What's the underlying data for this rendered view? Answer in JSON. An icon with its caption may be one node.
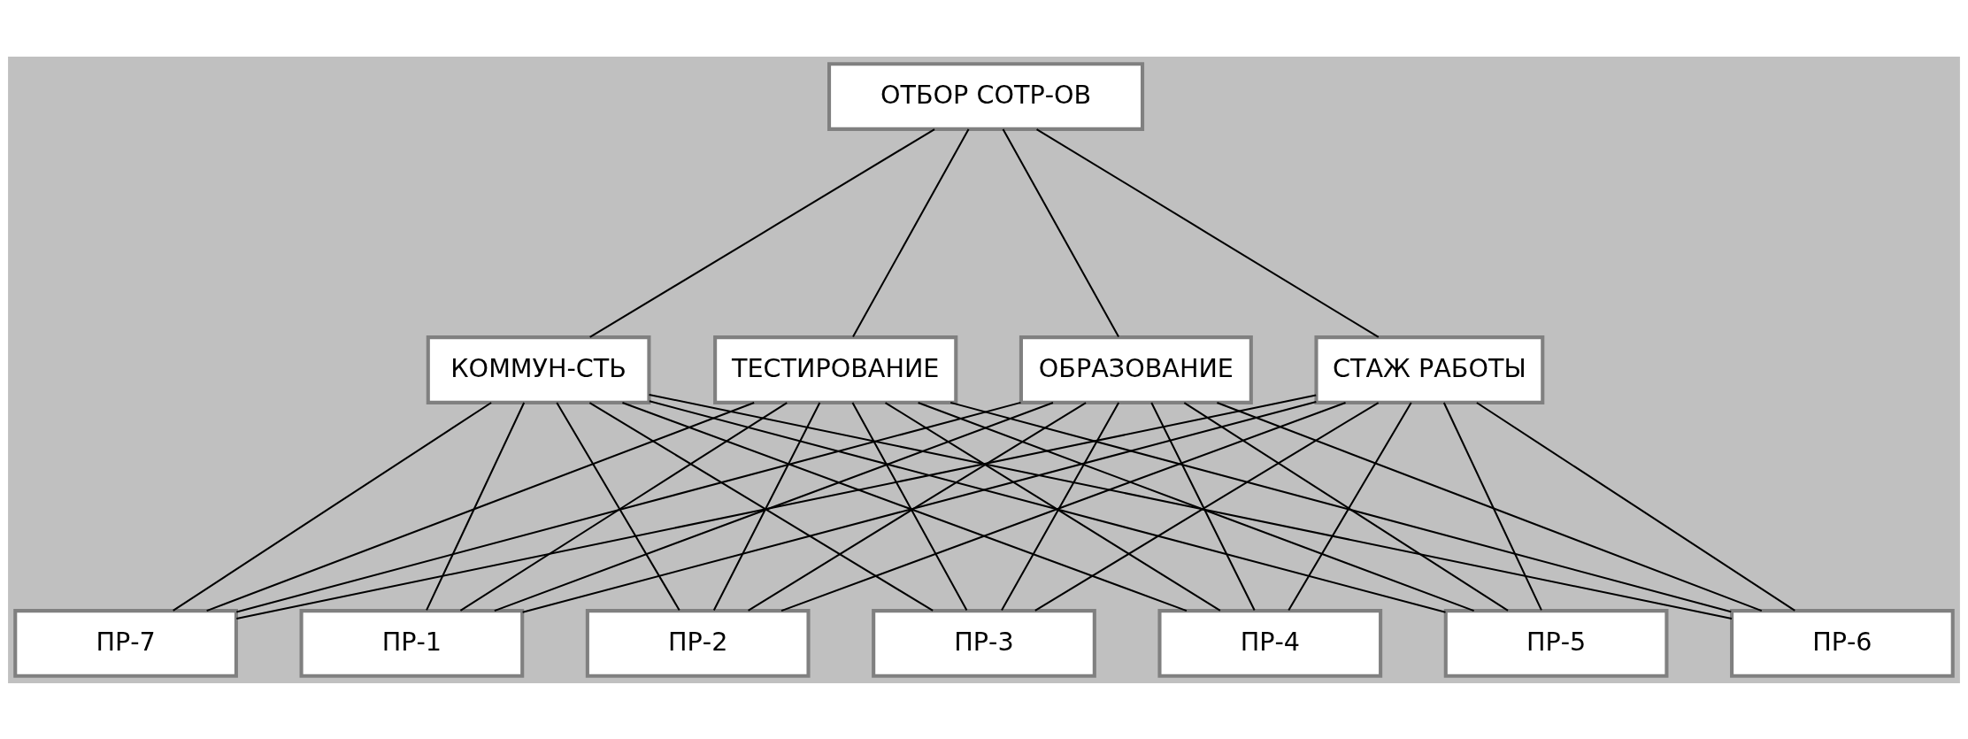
{
  "diagram": {
    "nodes": [
      {
        "text": [
          "ОТБОР СОТР-ОВ"
        ]
      },
      {
        "text": [
          "ОБРАЗОВАНИЕ"
        ]
      },
      {
        "text": [
          "СТАЖ РАБОТЫ"
        ]
      },
      {
        "text": [
          "КОММУН-СТЬ"
        ]
      },
      {
        "text": [
          "ТЕСТИРОВАНИЕ"
        ]
      },
      {
        "text": [
          "ПР-1"
        ]
      },
      {
        "text": [
          "ПР-2"
        ]
      },
      {
        "text": [
          "ПР-3"
        ]
      },
      {
        "text": [
          "ПР-4"
        ]
      },
      {
        "text": [
          "ПР-5"
        ]
      },
      {
        "text": [
          "ПР-6"
        ]
      },
      {
        "text": [
          "ПР-7"
        ]
      }
    ],
    "edges": [
      {
        "from": 0,
        "to": 1,
        "arrow": "none"
      },
      {
        "from": 0,
        "to": 2,
        "arrow": "none"
      },
      {
        "from": 0,
        "to": 3,
        "arrow": "none"
      },
      {
        "from": 0,
        "to": 4,
        "arrow": "none"
      },
      {
        "from": 1,
        "to": 5,
        "arrow": "none"
      },
      {
        "from": 1,
        "to": 6,
        "arrow": "none"
      },
      {
        "from": 1,
        "to": 7,
        "arrow": "none"
      },
      {
        "from": 1,
        "to": 8,
        "arrow": "none"
      },
      {
        "from": 1,
        "to": 9,
        "arrow": "none"
      },
      {
        "from": 1,
        "to": 10,
        "arrow": "none"
      },
      {
        "from": 1,
        "to": 11,
        "arrow": "none"
      },
      {
        "from": 2,
        "to": 5,
        "arrow": "none"
      },
      {
        "from": 2,
        "to": 6,
        "arrow": "none"
      },
      {
        "from": 2,
        "to": 7,
        "arrow": "none"
      },
      {
        "from": 2,
        "to": 8,
        "arrow": "none"
      },
      {
        "from": 2,
        "to": 9,
        "arrow": "none"
      },
      {
        "from": 2,
        "to": 10,
        "arrow": "none"
      },
      {
        "from": 2,
        "to": 11,
        "arrow": "none"
      },
      {
        "from": 3,
        "to": 5,
        "arrow": "none"
      },
      {
        "from": 3,
        "to": 6,
        "arrow": "none"
      },
      {
        "from": 3,
        "to": 7,
        "arrow": "none"
      },
      {
        "from": 3,
        "to": 8,
        "arrow": "none"
      },
      {
        "from": 3,
        "to": 9,
        "arrow": "none"
      },
      {
        "from": 3,
        "to": 10,
        "arrow": "none"
      },
      {
        "from": 3,
        "to": 11,
        "arrow": "none"
      },
      {
        "from": 4,
        "to": 5,
        "arrow": "none"
      },
      {
        "from": 4,
        "to": 6,
        "arrow": "none"
      },
      {
        "from": 4,
        "to": 7,
        "arrow": "none"
      },
      {
        "from": 4,
        "to": 8,
        "arrow": "none"
      },
      {
        "from": 4,
        "to": 9,
        "arrow": "none"
      },
      {
        "from": 4,
        "to": 10,
        "arrow": "none"
      },
      {
        "from": 4,
        "to": 11,
        "arrow": "none"
      }
    ]
  }
}
